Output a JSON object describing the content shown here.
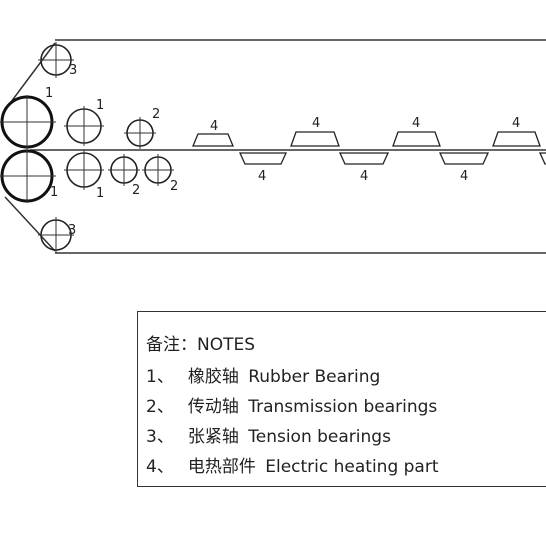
{
  "diagram": {
    "roller_labels": {
      "rubber": "1",
      "transmission": "2",
      "tension": "3",
      "heating": "4"
    }
  },
  "notes": {
    "title": "备注：NOTES",
    "items": [
      {
        "num": "1、",
        "cn": "橡胶轴",
        "en": "Rubber Bearing"
      },
      {
        "num": "2、",
        "cn": "传动轴",
        "en": "Transmission bearings"
      },
      {
        "num": "3、",
        "cn": "张紧轴",
        "en": "Tension bearings"
      },
      {
        "num": "4、",
        "cn": "电热部件",
        "en": "Electric heating part"
      }
    ]
  }
}
